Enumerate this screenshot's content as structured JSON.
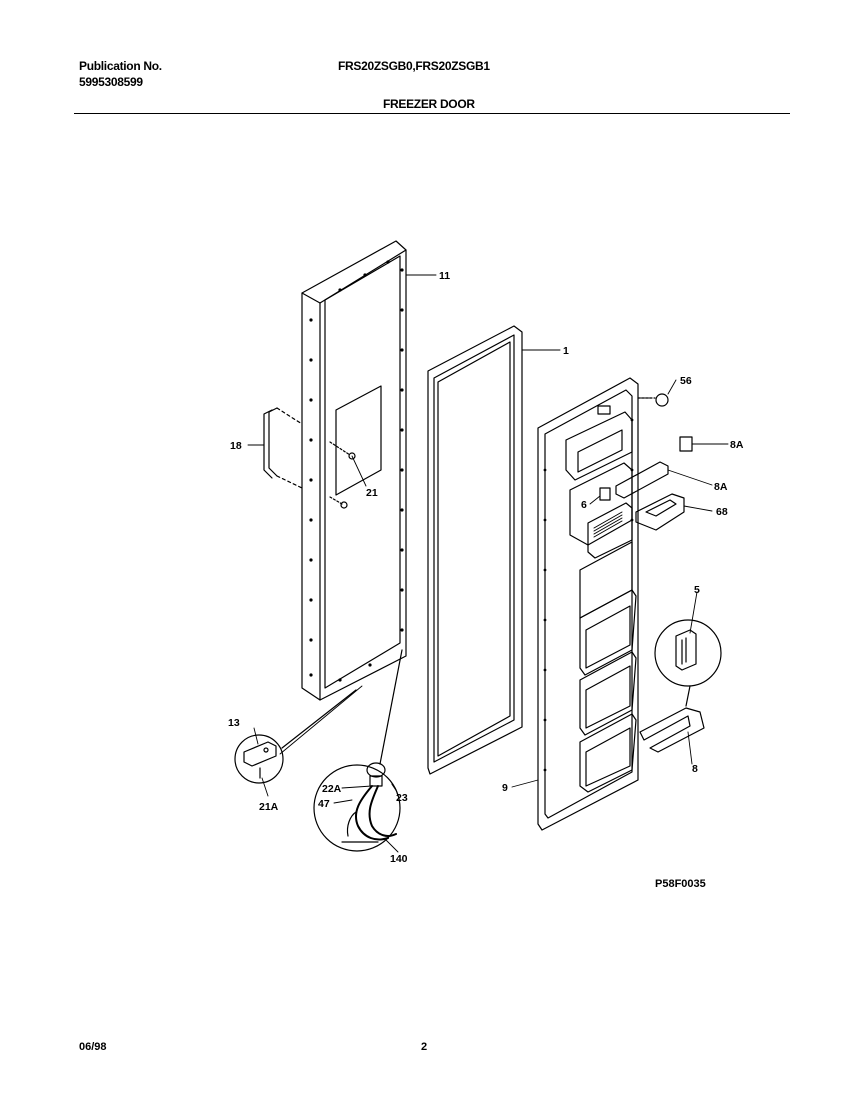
{
  "header": {
    "publication_label": "Publication No.",
    "publication_number": "5995308599",
    "models": "FRS20ZSGB0,FRS20ZSGB1",
    "section_title": "FREEZER DOOR"
  },
  "callouts": {
    "c11": "11",
    "c1": "1",
    "c56": "56",
    "c18": "18",
    "c21": "21",
    "c8A_top": "8A",
    "c8A": "8A",
    "c6": "6",
    "c68": "68",
    "c5": "5",
    "c13": "13",
    "c21A": "21A",
    "c22A": "22A",
    "c47": "47",
    "c23": "23",
    "c140": "140",
    "c9": "9",
    "c8": "8"
  },
  "footer": {
    "figure_code": "P58F0035",
    "date": "06/98",
    "page": "2"
  }
}
